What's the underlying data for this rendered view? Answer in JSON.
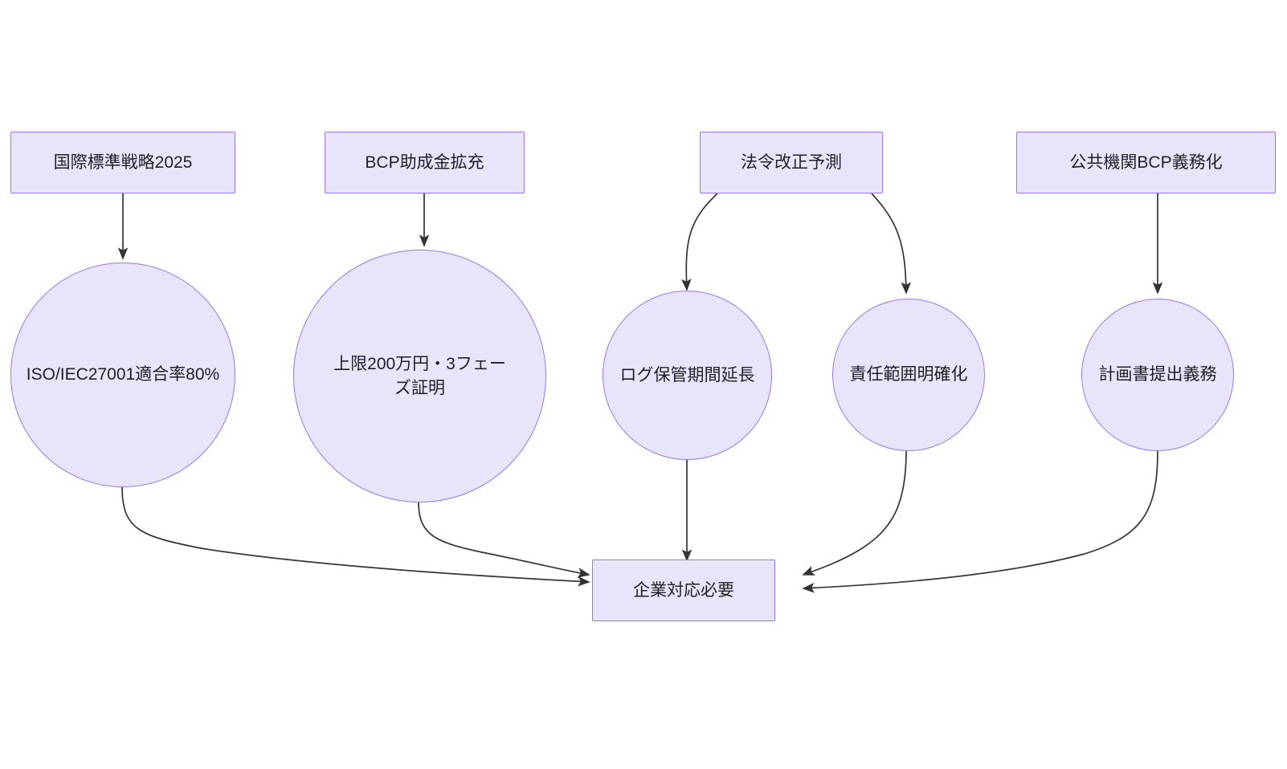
{
  "diagram": {
    "type": "flowchart",
    "title": "",
    "colors": {
      "node_fill": "#e8e4fb",
      "node_stroke": "#9a76e8",
      "edge_stroke": "#333333",
      "text": "#1f2020",
      "background": "#ffffff"
    },
    "nodes": [
      {
        "id": "n1",
        "shape": "rect",
        "label": "国際標準戦略2025"
      },
      {
        "id": "n2",
        "shape": "rect",
        "label": "BCP助成金拡充"
      },
      {
        "id": "n3",
        "shape": "rect",
        "label": "法令改正予測"
      },
      {
        "id": "n4",
        "shape": "rect",
        "label": "公共機関BCP義務化"
      },
      {
        "id": "n5",
        "shape": "circle",
        "label": "ISO/IEC27001適合率80%"
      },
      {
        "id": "n6",
        "shape": "circle",
        "label": "上限200万円・3フェーズ証明"
      },
      {
        "id": "n7",
        "shape": "circle",
        "label": "ログ保管期間延長"
      },
      {
        "id": "n8",
        "shape": "circle",
        "label": "責任範囲明確化"
      },
      {
        "id": "n9",
        "shape": "circle",
        "label": "計画書提出義務"
      },
      {
        "id": "n10",
        "shape": "rect",
        "label": "企業対応必要"
      }
    ],
    "edges": [
      {
        "from": "n1",
        "to": "n5",
        "label": ""
      },
      {
        "from": "n2",
        "to": "n6",
        "label": ""
      },
      {
        "from": "n3",
        "to": "n7",
        "label": ""
      },
      {
        "from": "n3",
        "to": "n8",
        "label": ""
      },
      {
        "from": "n4",
        "to": "n9",
        "label": ""
      },
      {
        "from": "n5",
        "to": "n10",
        "label": ""
      },
      {
        "from": "n6",
        "to": "n10",
        "label": ""
      },
      {
        "from": "n7",
        "to": "n10",
        "label": ""
      },
      {
        "from": "n8",
        "to": "n10",
        "label": ""
      },
      {
        "from": "n9",
        "to": "n10",
        "label": ""
      }
    ]
  }
}
